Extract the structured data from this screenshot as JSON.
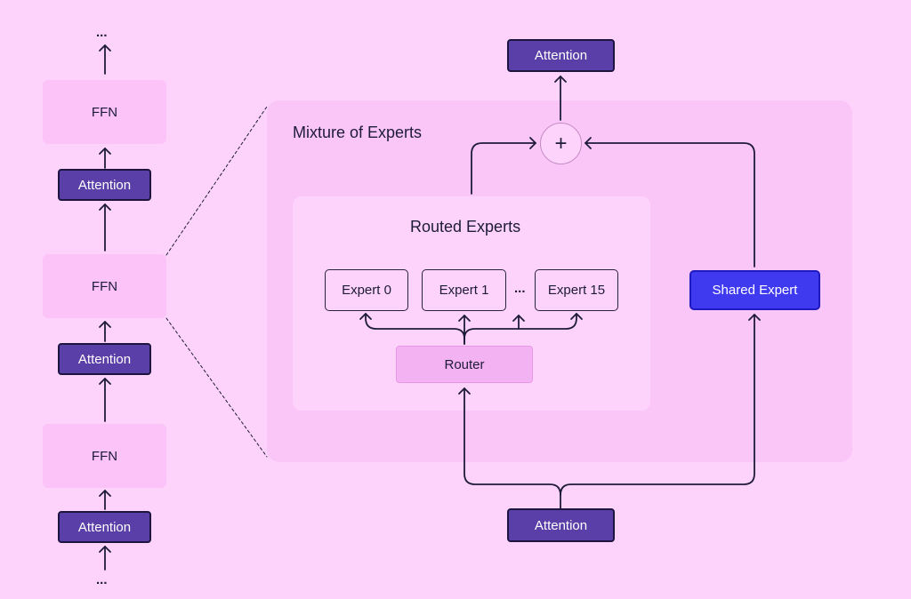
{
  "stack": {
    "ffn_label": "FFN",
    "attention_label": "Attention",
    "ellipsis": "..."
  },
  "moe": {
    "title": "Mixture of Experts",
    "routed_title": "Routed Experts",
    "experts": [
      "Expert 0",
      "Expert 1",
      "Expert 15"
    ],
    "experts_ellipsis": "...",
    "router_label": "Router",
    "shared_label": "Shared Expert",
    "plus_symbol": "+",
    "top_attention_label": "Attention",
    "bottom_attention_label": "Attention"
  },
  "colors": {
    "background": "#fdd3fb",
    "attention_fill": "#5b3fa8",
    "shared_expert_fill": "#3f39f0",
    "router_fill": "#f3b2f1",
    "line": "#1e1b3a"
  }
}
